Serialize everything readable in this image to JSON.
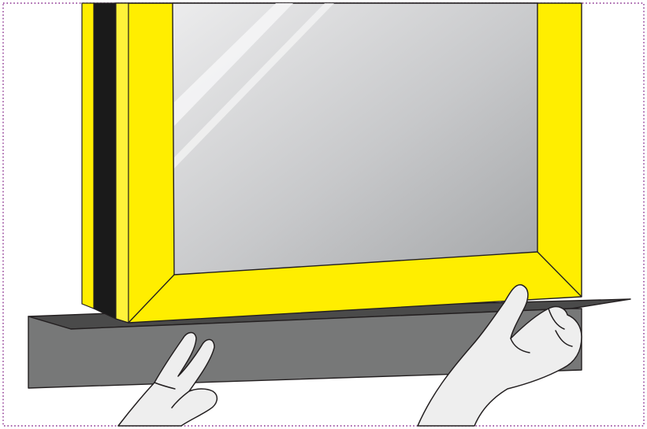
{
  "figure": {
    "subject": "",
    "colors": {
      "frame_yellow": "#ffee00",
      "frame_black_edge": "#1a1a1a",
      "glass_light": "#e9eaeb",
      "glass_dark": "#a9abad",
      "ledge_top": "#4a4a4a",
      "ledge_front": "#777878",
      "hand_fill": "#eeeeee",
      "outline": "#231f20",
      "border_dots": "#8a2f8f"
    },
    "parts": [
      {
        "id": "frame",
        "label": ""
      },
      {
        "id": "glass",
        "label": ""
      },
      {
        "id": "ledge",
        "label": ""
      },
      {
        "id": "left-hand",
        "label": ""
      },
      {
        "id": "right-hand",
        "label": ""
      }
    ]
  }
}
